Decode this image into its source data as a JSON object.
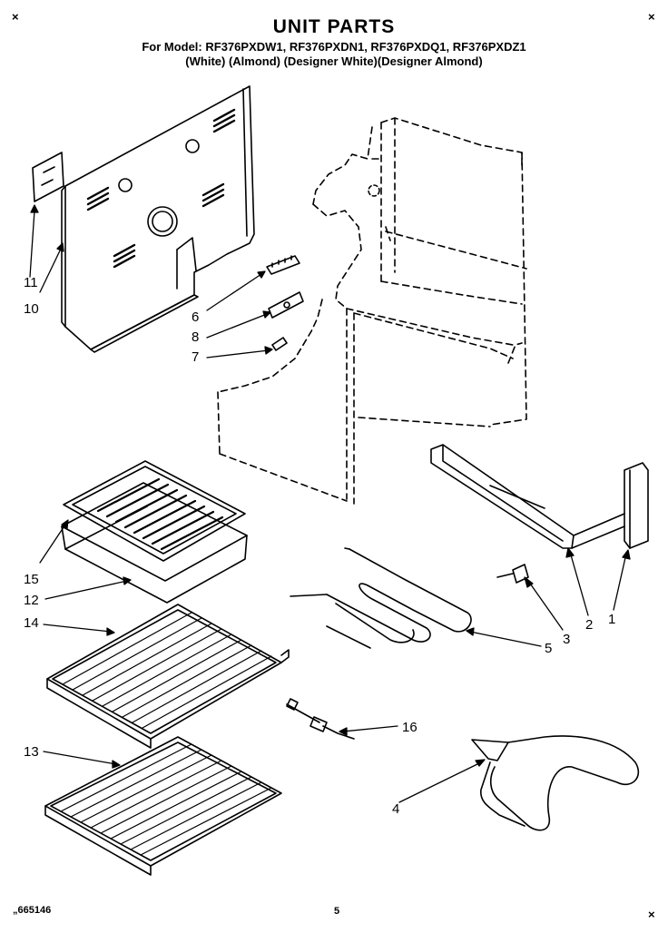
{
  "corner_mark": "×",
  "header": {
    "title": "UNIT PARTS",
    "models_line": "For Model: RF376PXDW1, RF376PXDN1, RF376PXDQ1, RF376PXDZ1",
    "colors_line": "(White)    (Almond) (Designer White)(Designer Almond)"
  },
  "callouts": [
    "1",
    "2",
    "3",
    "4",
    "5",
    "6",
    "7",
    "8",
    "10",
    "11",
    "12",
    "13",
    "14",
    "15",
    "16"
  ],
  "footer": {
    "drawing_id": "„665146",
    "page_number": "5"
  }
}
